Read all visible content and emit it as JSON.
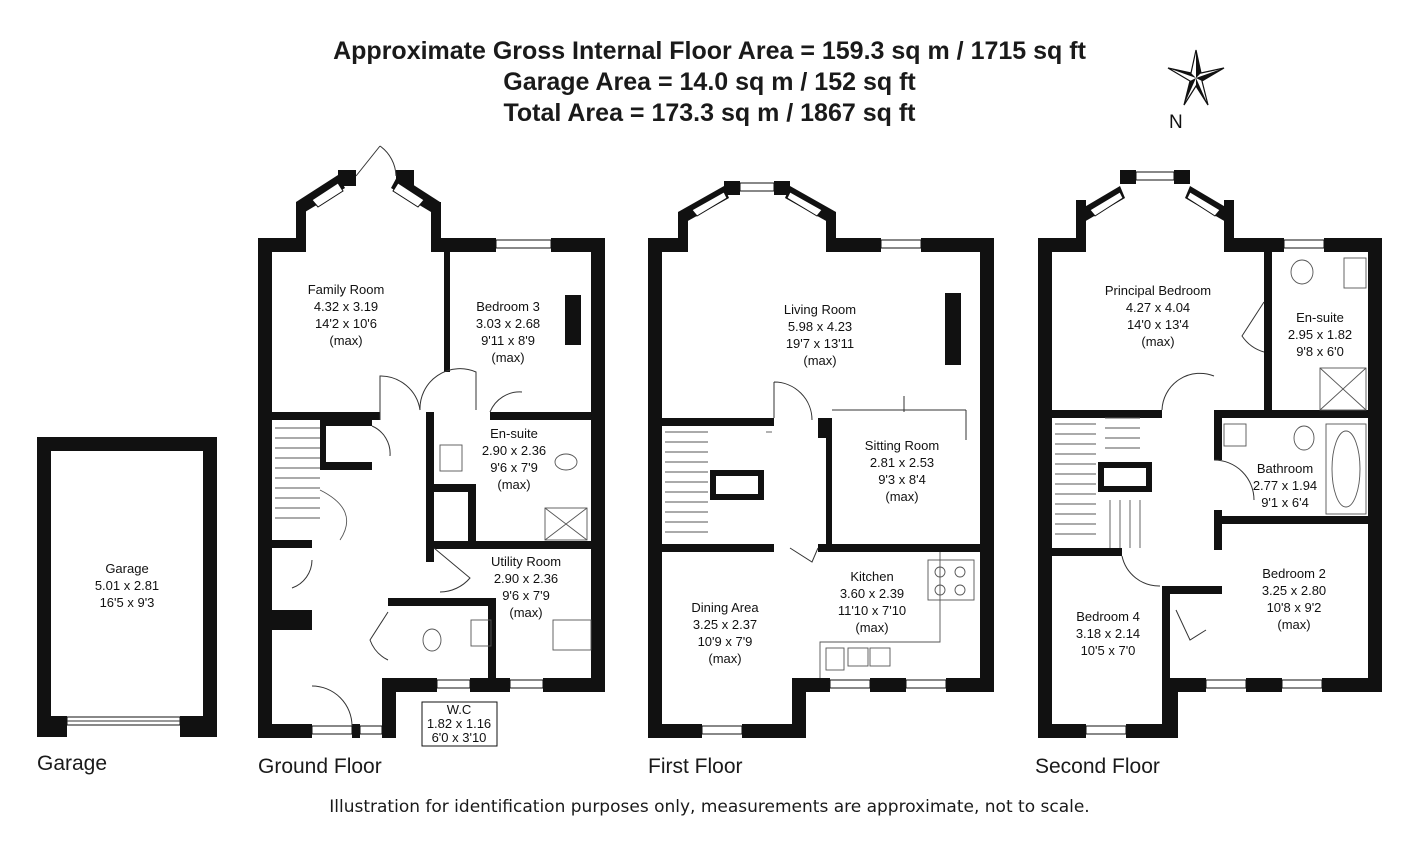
{
  "header": {
    "line1": "Approximate Gross Internal Floor Area  = 159.3 sq m  / 1715 sq ft",
    "line2": "Garage Area  = 14.0 sq m  / 152 sq ft",
    "line3": "Total Area  = 173.3 sq m  / 1867 sq ft"
  },
  "compass": {
    "label": "N"
  },
  "floors": {
    "garage": "Garage",
    "ground": "Ground Floor",
    "first": "First Floor",
    "second": "Second Floor"
  },
  "rooms": {
    "garage": {
      "name": "Garage",
      "metric": "5.01 x 2.81",
      "imperial": "16'5 x 9'3"
    },
    "family_room": {
      "name": "Family Room",
      "metric": "4.32 x 3.19",
      "imperial": "14'2 x 10'6",
      "note": "(max)"
    },
    "bedroom3": {
      "name": "Bedroom 3",
      "metric": "3.03 x 2.68",
      "imperial": "9'11 x 8'9",
      "note": "(max)"
    },
    "ensuite_ground": {
      "name": "En-suite",
      "metric": "2.90 x 2.36",
      "imperial": "9'6 x 7'9",
      "note": "(max)"
    },
    "utility_room": {
      "name": "Utility Room",
      "metric": "2.90 x 2.36",
      "imperial": "9'6 x 7'9",
      "note": "(max)"
    },
    "wc": {
      "name": "W.C",
      "metric": "1.82 x 1.16",
      "imperial": "6'0 x 3'10"
    },
    "living_room": {
      "name": "Living Room",
      "metric": "5.98 x 4.23",
      "imperial": "19'7 x 13'11",
      "note": "(max)"
    },
    "sitting_room": {
      "name": "Sitting Room",
      "metric": "2.81 x 2.53",
      "imperial": "9'3 x 8'4",
      "note": "(max)"
    },
    "kitchen": {
      "name": "Kitchen",
      "metric": "3.60 x 2.39",
      "imperial": "11'10 x 7'10",
      "note": "(max)"
    },
    "dining_area": {
      "name": "Dining Area",
      "metric": "3.25 x 2.37",
      "imperial": "10'9 x 7'9",
      "note": "(max)"
    },
    "principal_bedroom": {
      "name": "Principal Bedroom",
      "metric": "4.27 x 4.04",
      "imperial": "14'0 x 13'4",
      "note": "(max)"
    },
    "ensuite_second": {
      "name": "En-suite",
      "metric": "2.95 x 1.82",
      "imperial": "9'8 x 6'0"
    },
    "bathroom": {
      "name": "Bathroom",
      "metric": "2.77 x 1.94",
      "imperial": "9'1 x 6'4"
    },
    "bedroom2": {
      "name": "Bedroom 2",
      "metric": "3.25 x 2.80",
      "imperial": "10'8 x 9'2",
      "note": "(max)"
    },
    "bedroom4": {
      "name": "Bedroom 4",
      "metric": "3.18 x 2.14",
      "imperial": "10'5 x 7'0"
    }
  },
  "footer": "Illustration for identification purposes only, measurements are approximate, not to scale."
}
